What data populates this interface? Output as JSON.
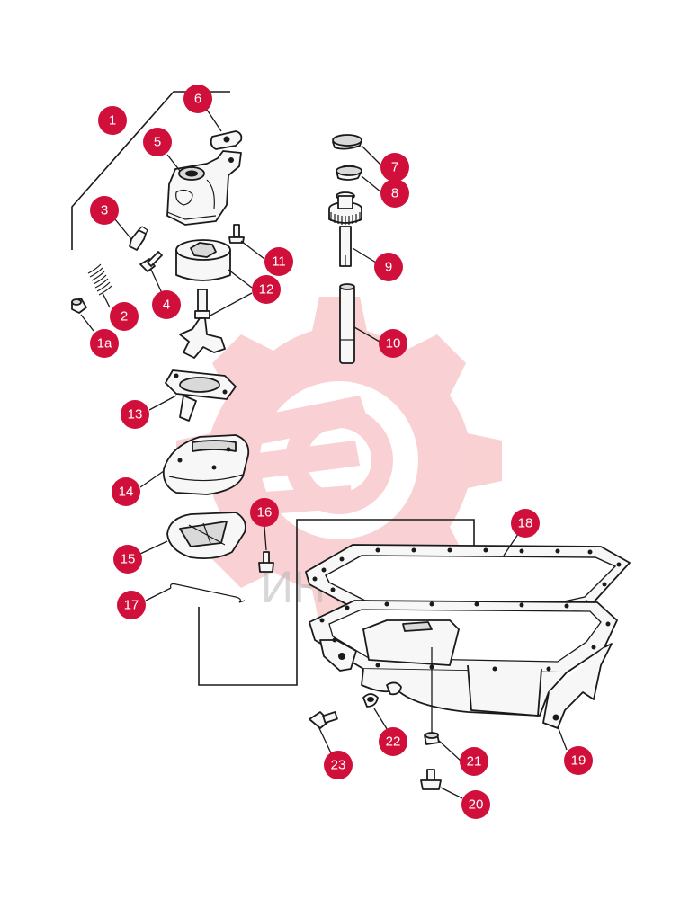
{
  "watermark": {
    "text": "ИНТЕХ",
    "color": "#f4a3a8"
  },
  "accent_color": "#d0103a",
  "callouts": [
    {
      "id": "c1",
      "label": "1"
    },
    {
      "id": "c1a",
      "label": "1a"
    },
    {
      "id": "c2",
      "label": "2"
    },
    {
      "id": "c3",
      "label": "3"
    },
    {
      "id": "c4",
      "label": "4"
    },
    {
      "id": "c5",
      "label": "5"
    },
    {
      "id": "c6",
      "label": "6"
    },
    {
      "id": "c7",
      "label": "7"
    },
    {
      "id": "c8",
      "label": "8"
    },
    {
      "id": "c9",
      "label": "9"
    },
    {
      "id": "c10",
      "label": "10"
    },
    {
      "id": "c11",
      "label": "11"
    },
    {
      "id": "c12",
      "label": "12"
    },
    {
      "id": "c13",
      "label": "13"
    },
    {
      "id": "c14",
      "label": "14"
    },
    {
      "id": "c15",
      "label": "15"
    },
    {
      "id": "c16",
      "label": "16"
    },
    {
      "id": "c17",
      "label": "17"
    },
    {
      "id": "c18",
      "label": "18"
    },
    {
      "id": "c19",
      "label": "19"
    },
    {
      "id": "c20",
      "label": "20"
    },
    {
      "id": "c21",
      "label": "21"
    },
    {
      "id": "c22",
      "label": "22"
    },
    {
      "id": "c23",
      "label": "23"
    }
  ]
}
